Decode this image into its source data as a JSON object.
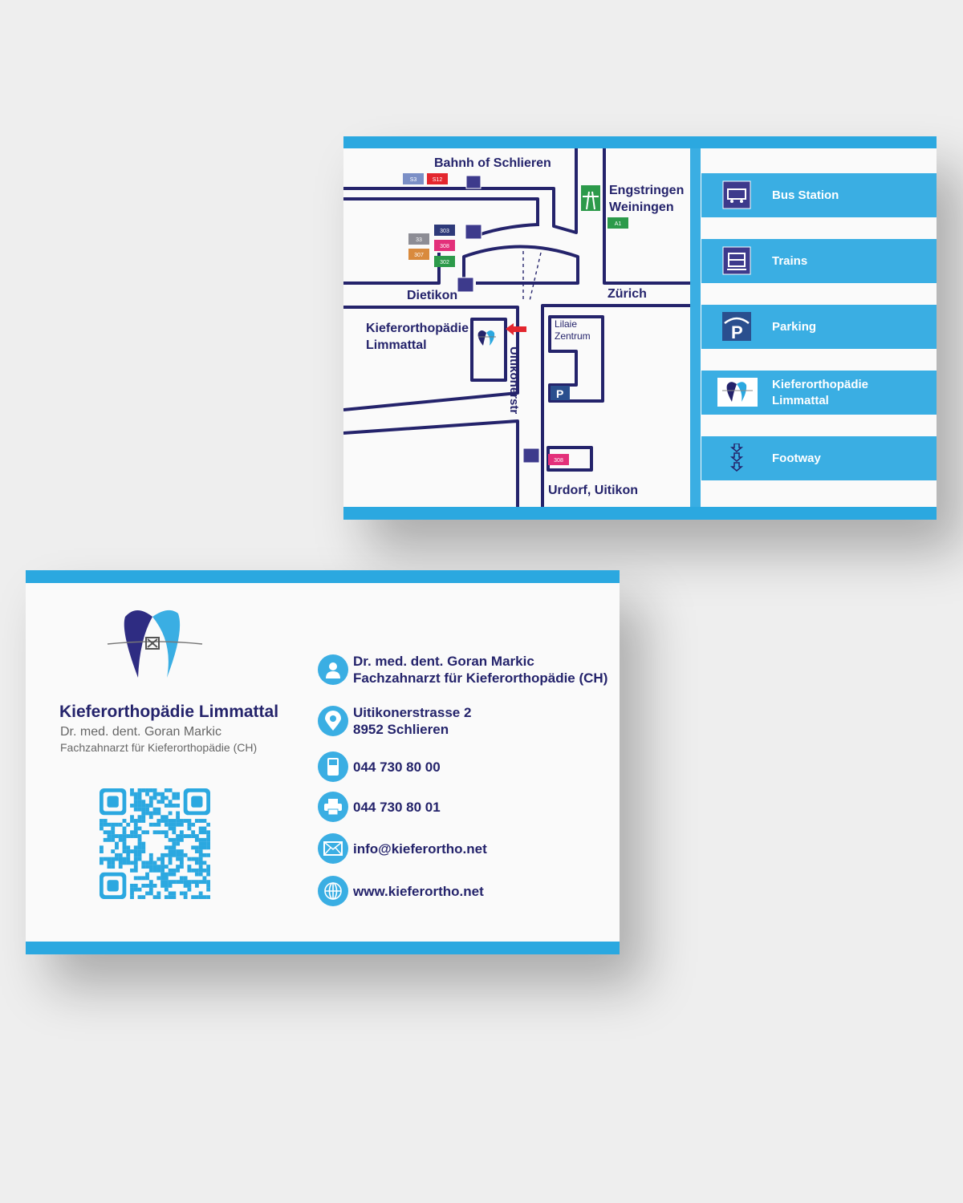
{
  "colors": {
    "accent": "#2ba8e0",
    "navy": "#24236b",
    "background": "#eeeeee"
  },
  "map": {
    "labels": {
      "station": "Bahnh of Schlieren",
      "engstringen": "Engstringen",
      "weiningen": "Weiningen",
      "dietikon": "Dietikon",
      "zurich": "Zürich",
      "clinic_line1": "Kieferorthopädie",
      "clinic_line2": "Limmattal",
      "street": "Uitikonerstr",
      "center_line1": "Lilaie",
      "center_line2": "Zentrum",
      "urdorf": "Urdorf, Uitikon"
    },
    "route_badges": [
      {
        "text": "S3",
        "color": "#7b8fc6"
      },
      {
        "text": "S12",
        "color": "#e3262e"
      },
      {
        "text": "303",
        "color": "#2e3a7a"
      },
      {
        "text": "33",
        "color": "#8d8d95"
      },
      {
        "text": "308",
        "color": "#e3307a"
      },
      {
        "text": "307",
        "color": "#d98a3d"
      },
      {
        "text": "302",
        "color": "#2c9a4a"
      },
      {
        "text": "A1",
        "color": "#2c9a4a"
      },
      {
        "text": "308",
        "color": "#e3307a"
      }
    ]
  },
  "legend": [
    {
      "label": "Bus Station",
      "icon": "bus-icon"
    },
    {
      "label": "Trains",
      "icon": "train-icon"
    },
    {
      "label": "Parking",
      "icon": "parking-icon"
    },
    {
      "label": "Kieferorthopädie",
      "label2": "Limmattal",
      "icon": "tooth-logo-icon"
    },
    {
      "label": "Footway",
      "icon": "footway-arrows-icon"
    }
  ],
  "front": {
    "brand": "Kieferorthopädie Limmattal",
    "doctor": "Dr. med. dent. Goran Markic",
    "specialty": "Fachzahnarzt für Kieferorthopädie (CH)",
    "contacts": [
      {
        "icon": "person-icon",
        "line1": "Dr. med. dent. Goran Markic",
        "line2": "Fachzahnarzt für Kieferorthopädie (CH)"
      },
      {
        "icon": "location-pin-icon",
        "line1": "Uitikonerstrasse 2",
        "line2": "8952 Schlieren"
      },
      {
        "icon": "phone-icon",
        "line1": "044 730 80 00"
      },
      {
        "icon": "fax-icon",
        "line1": "044 730 80 01"
      },
      {
        "icon": "email-icon",
        "line1": "info@kieferortho.net"
      },
      {
        "icon": "globe-icon",
        "line1": "www.kieferortho.net"
      }
    ]
  }
}
